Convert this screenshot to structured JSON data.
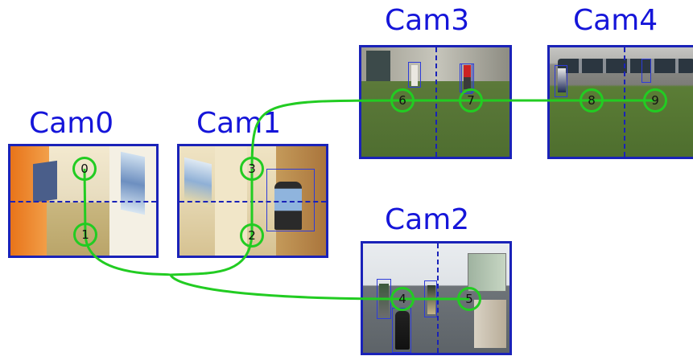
{
  "cameras": [
    {
      "title": "Cam0"
    },
    {
      "title": "Cam1"
    },
    {
      "title": "Cam2"
    },
    {
      "title": "Cam3"
    },
    {
      "title": "Cam4"
    }
  ],
  "nodes": [
    "0",
    "1",
    "2",
    "3",
    "4",
    "5",
    "6",
    "7",
    "8",
    "9"
  ],
  "links": [
    [
      "1",
      "4"
    ],
    [
      "2",
      "4"
    ],
    [
      "3",
      "6"
    ],
    [
      "6",
      "7"
    ],
    [
      "7",
      "8"
    ],
    [
      "8",
      "9"
    ],
    [
      "0",
      "1"
    ],
    [
      "3",
      "2"
    ],
    [
      "4",
      "5"
    ]
  ],
  "colors": {
    "title": "#1515d9",
    "frame": "#1a22b8",
    "link": "#22cc22"
  }
}
